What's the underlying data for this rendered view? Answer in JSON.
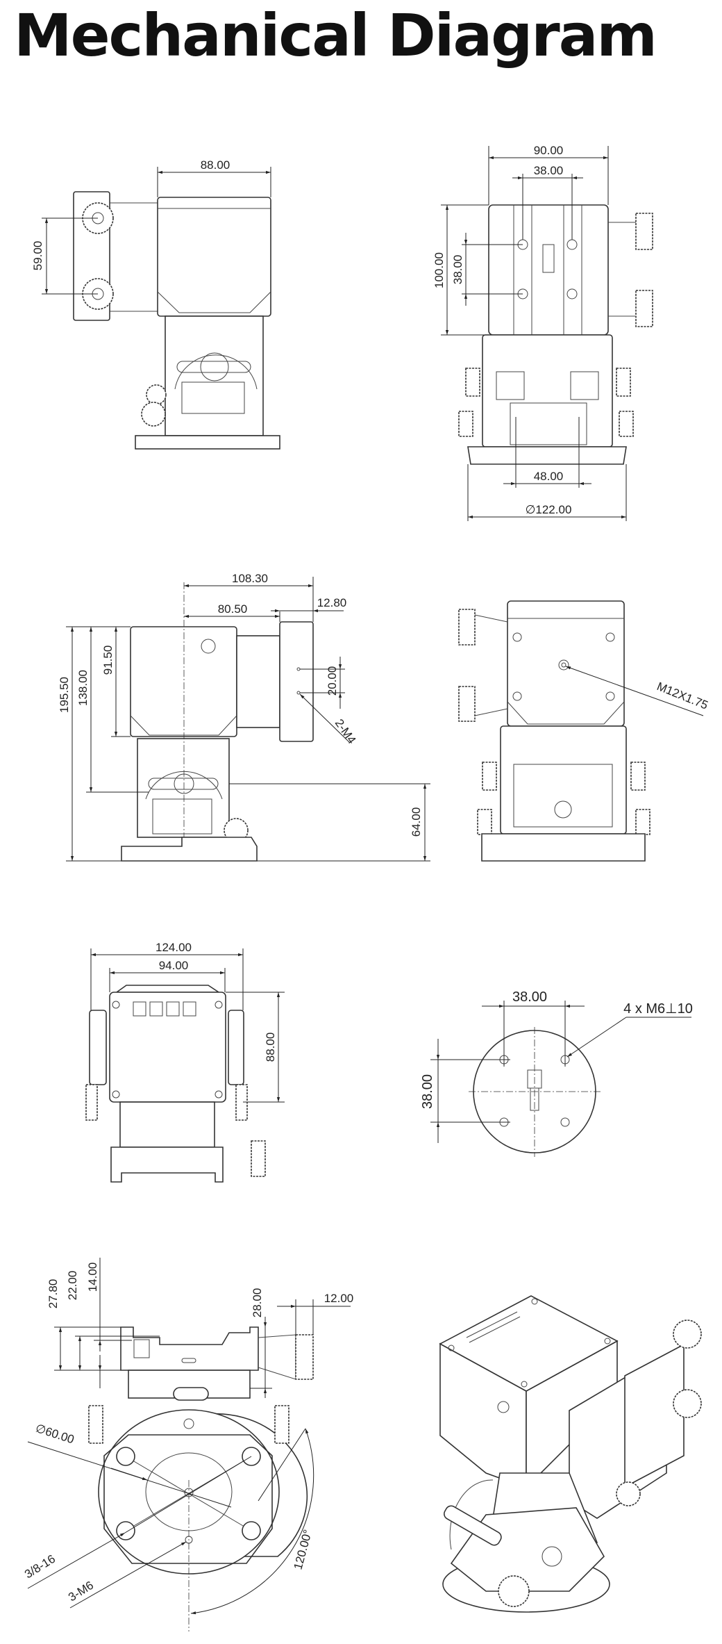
{
  "title": "Mechanical Diagram",
  "views": {
    "side_top": {
      "width": "88.00",
      "knob_spacing": "59.00"
    },
    "front_top": {
      "width": "90.00",
      "hole_spacing_h": "38.00",
      "height": "100.00",
      "hole_spacing_v": "38.00",
      "base_spacing": "48.00",
      "base_diameter": "∅122.00"
    },
    "side_profile": {
      "depth": "108.30",
      "center_to_plate": "80.50",
      "plate_thickness": "12.80",
      "total_height": "195.50",
      "axis_height": "138.00",
      "body_height": "91.50",
      "hole_pitch": "20.00",
      "plate_holes": "2-M4",
      "base_to_axis": "64.00"
    },
    "back": {
      "thread": "M12X1.75"
    },
    "rear_ports": {
      "overall_width": "124.00",
      "body_width": "94.00",
      "body_height": "88.00"
    },
    "mount_plate": {
      "hole_spacing_h": "38.00",
      "hole_spacing_v": "38.00",
      "holes": "4 x M6⊥10"
    },
    "bottom": {
      "dim_a": "27.80",
      "dim_b": "22.00",
      "dim_c": "14.00",
      "dim_d": "28.00",
      "dim_e": "12.00",
      "circle": "∅60.00",
      "thread_large": "3/8-16",
      "thread_small": "3-M6",
      "angle": "120.00°"
    }
  }
}
